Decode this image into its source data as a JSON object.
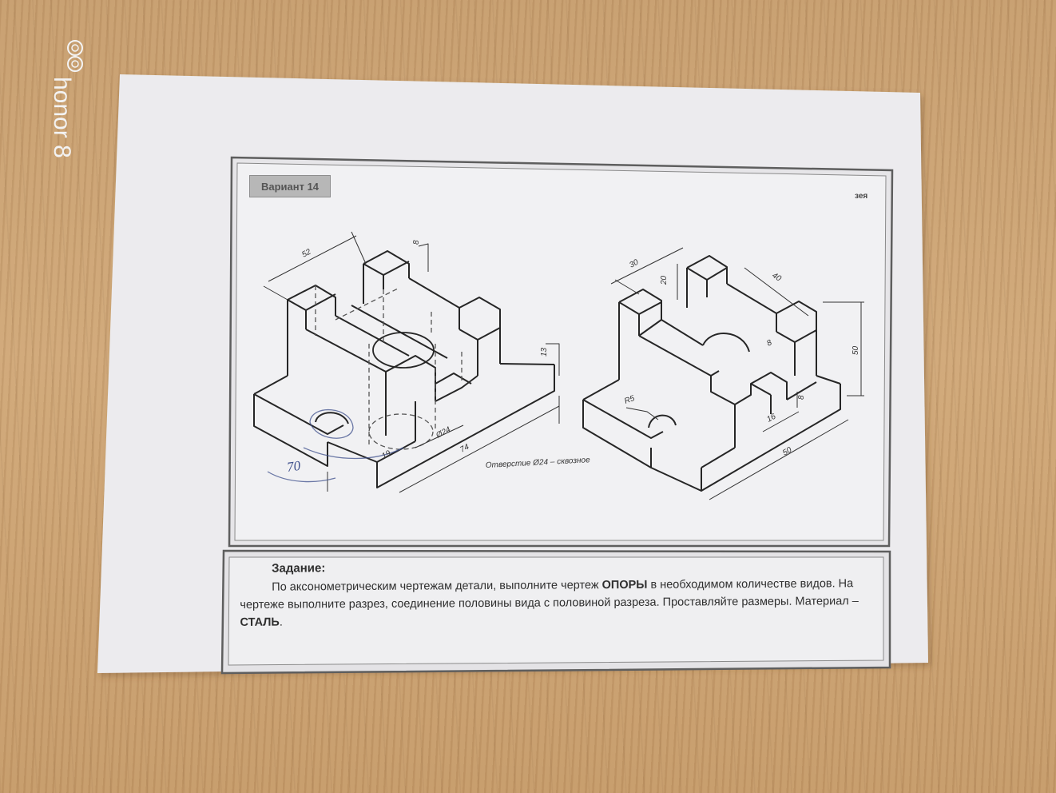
{
  "watermark": {
    "brand": "honor 8"
  },
  "sheet": {
    "variant": "Вариант 14",
    "corner_mark": "зея"
  },
  "drawing_left": {
    "dims": [
      "52",
      "8",
      "13",
      "Ø24",
      "74",
      "19"
    ],
    "note": "Отверстие Ø24 – сквозное",
    "handwritten": "70"
  },
  "drawing_right": {
    "dims": [
      "30",
      "20",
      "40",
      "50",
      "8",
      "8",
      "16",
      "R5",
      "50"
    ]
  },
  "task": {
    "heading": "Задание:",
    "part1": "По аксонометрическим чертежам детали,  выполните чертеж ",
    "bold1": "ОПОРЫ",
    "part2": " в необходимом количестве видов. На чертеже выполните  разрез, соединение половины вида с половиной разреза.  Проставляйте размеры. Материал – ",
    "bold2": "СТАЛЬ",
    "part3": "."
  },
  "colors": {
    "wood": "#c9a173",
    "paper": "#eceaec",
    "frame": "#5a5a5a",
    "ink": "#2a2a2a"
  }
}
